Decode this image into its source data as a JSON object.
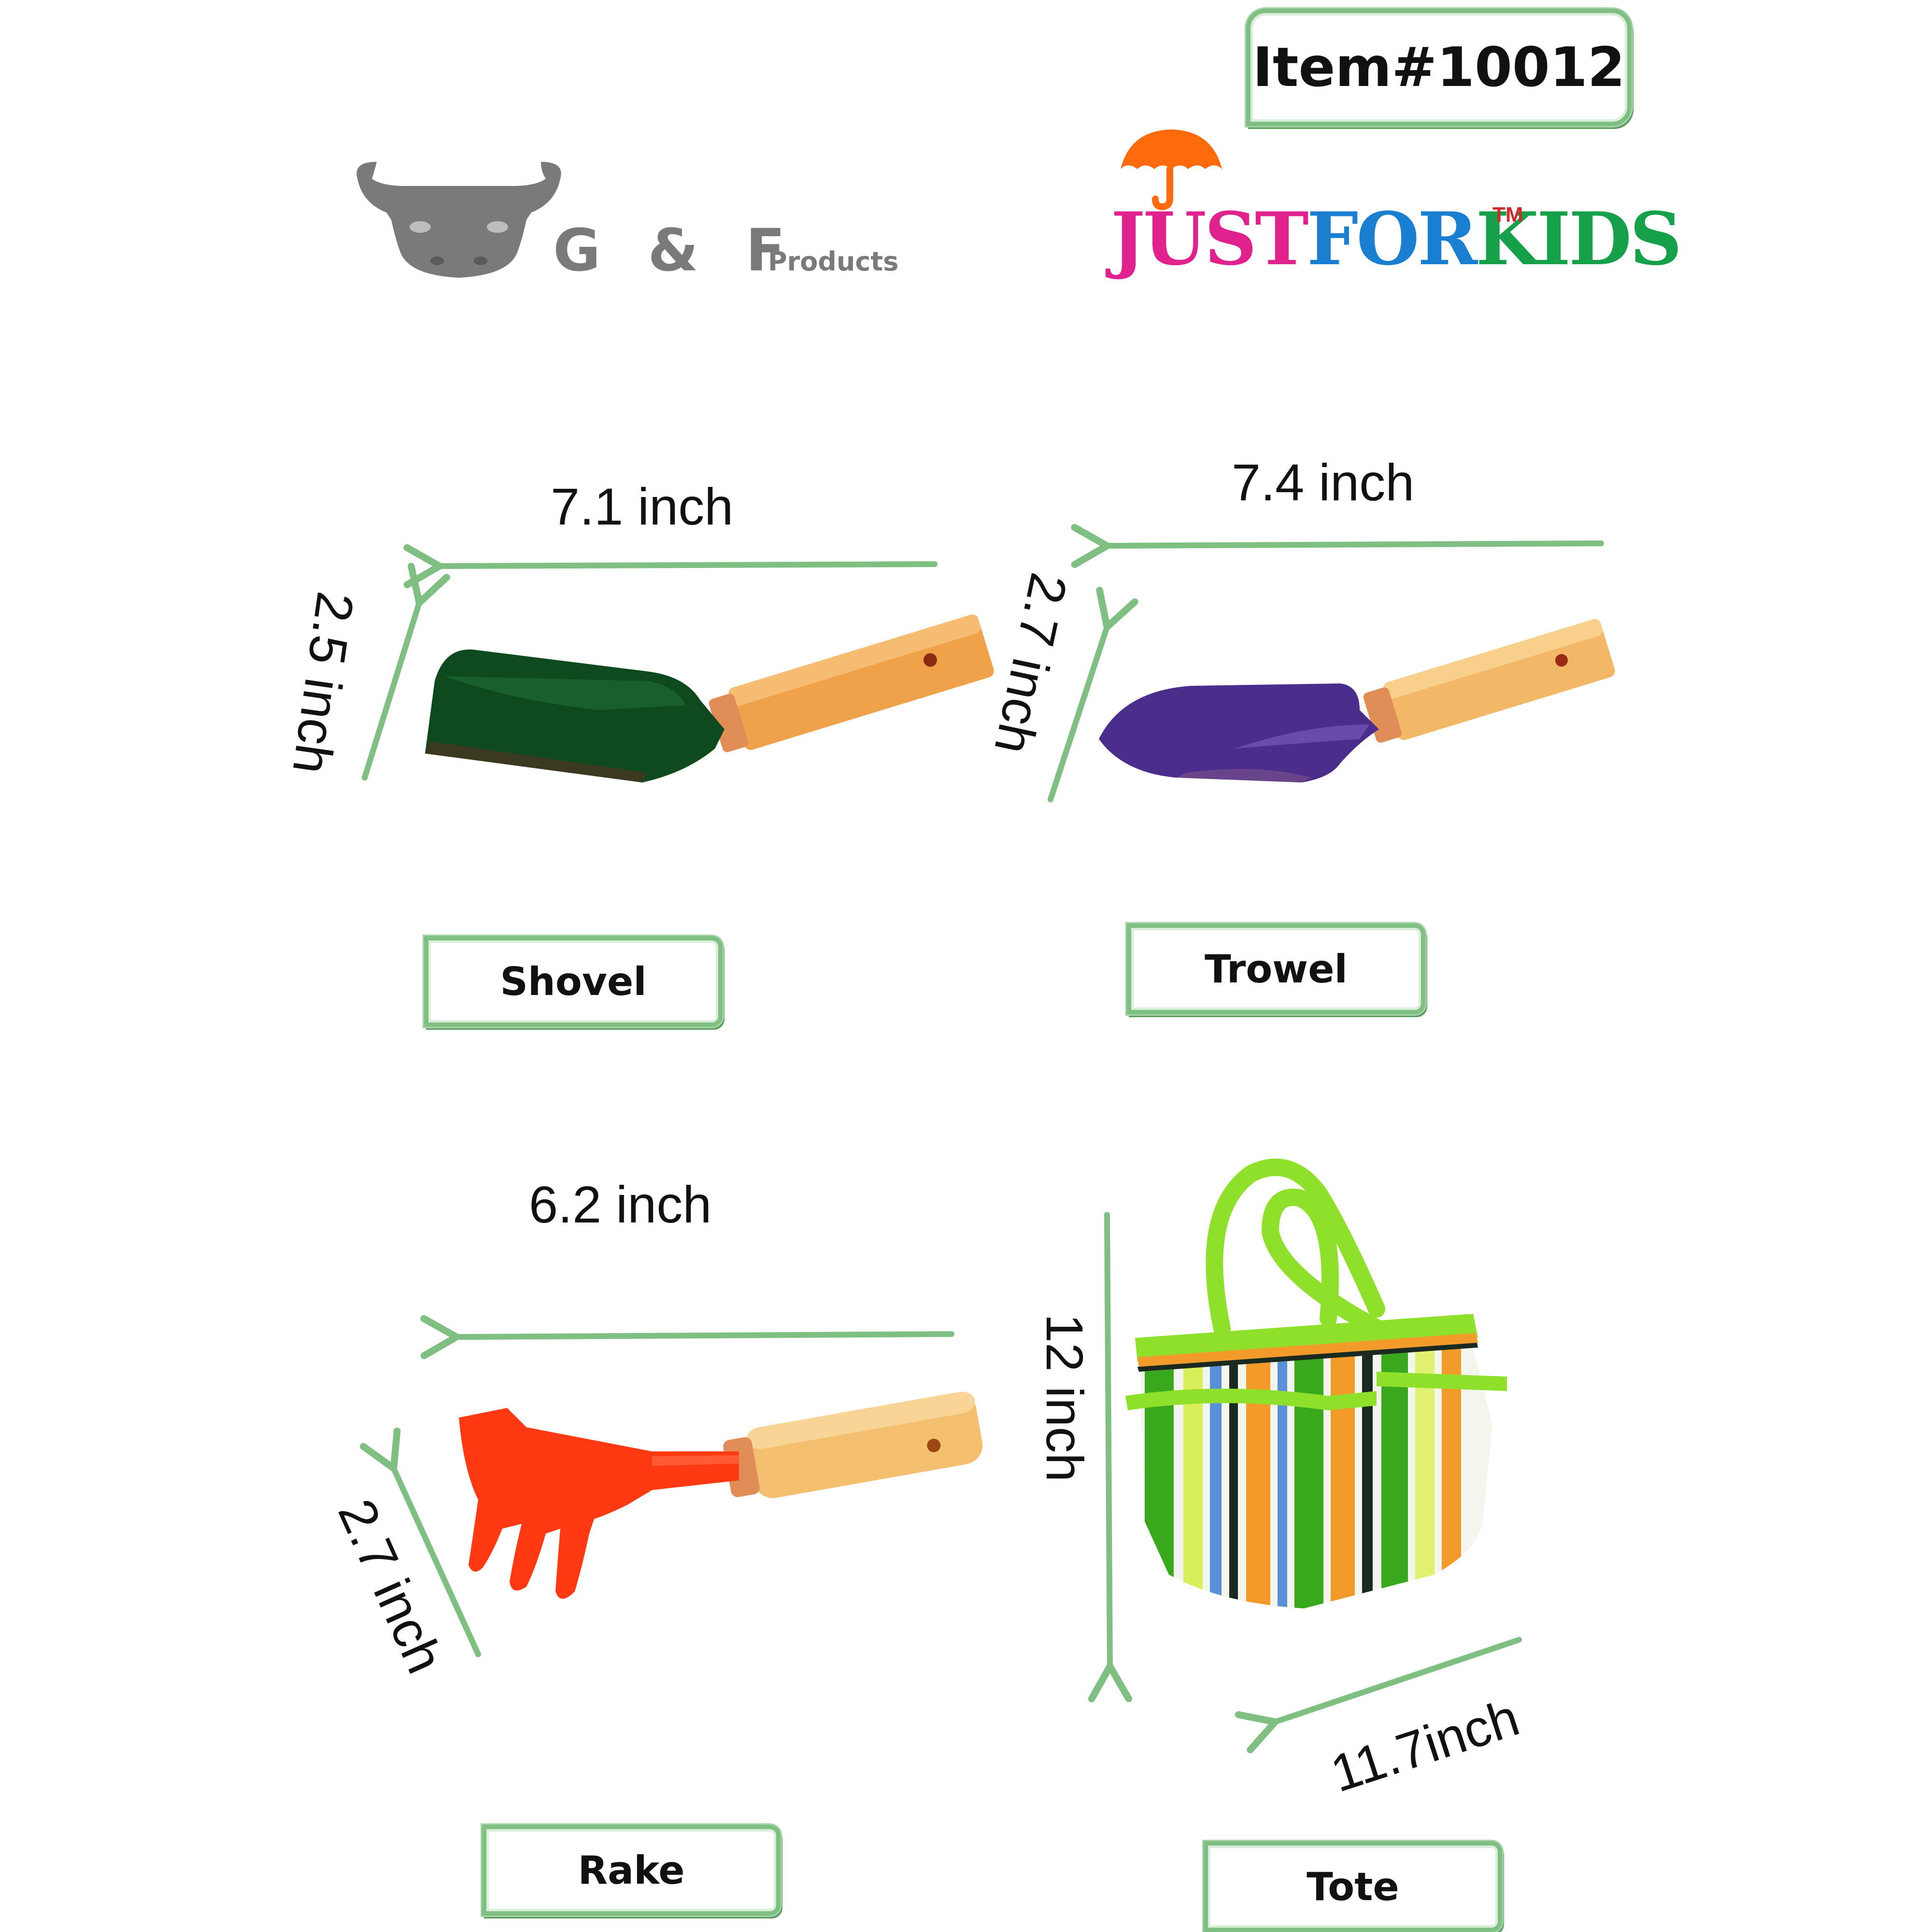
{
  "item_number": "Item#10012",
  "brands": {
    "gf_logo": {
      "icon": "bull-head-icon",
      "main": "G & F",
      "sub": "Products",
      "color": "#7a7a7a"
    },
    "justforkids": {
      "icon": "umbrella-icon",
      "umbrella_color": "#ff6a0d",
      "parts": [
        {
          "text": "JUST",
          "color": "#e0228e"
        },
        {
          "text": "FOR",
          "color": "#1a7fd0"
        },
        {
          "text": "KIDS",
          "color": "#16a04a"
        }
      ],
      "trademark": "TM",
      "trademark_color": "#d02a2a"
    }
  },
  "accent_color": "#7fbf82",
  "products": [
    {
      "name": "Shovel",
      "length": "7.1 inch",
      "width": "2.5 inch",
      "head_color": "#0f4a1e",
      "handle_color": "#f0a24a"
    },
    {
      "name": "Trowel",
      "length": "7.4 inch",
      "width": "2.7 inch",
      "head_color": "#4b2e8c",
      "handle_color": "#f2b868"
    },
    {
      "name": "Rake",
      "length": "6.2 inch",
      "width": "2.7 inch",
      "head_color": "#ff3a12",
      "handle_color": "#f4c070"
    },
    {
      "name": "Tote",
      "height": "12 inch",
      "width": "11.7inch",
      "trim_color": "#8ee02a"
    }
  ]
}
